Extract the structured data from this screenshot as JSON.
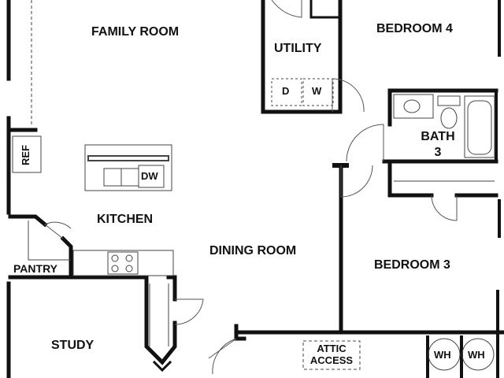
{
  "rooms": {
    "family_room": "FAMILY ROOM",
    "utility": "UTILITY",
    "bedroom_4": "BEDROOM 4",
    "bath_3_line1": "BATH",
    "bath_3_line2": "3",
    "kitchen": "KITCHEN",
    "dining_room": "DINING ROOM",
    "bedroom_3": "BEDROOM 3",
    "pantry": "PANTRY",
    "study": "STUDY",
    "attic_access_line1": "ATTIC",
    "attic_access_line2": "ACCESS"
  },
  "fixtures": {
    "refrigerator": "REF",
    "dishwasher": "DW",
    "dryer": "D",
    "washer": "W",
    "water_heater_1": "WH",
    "water_heater_2": "WH"
  },
  "colors": {
    "wall": "#111111",
    "fixture_line": "#444444",
    "background": "#ffffff"
  }
}
